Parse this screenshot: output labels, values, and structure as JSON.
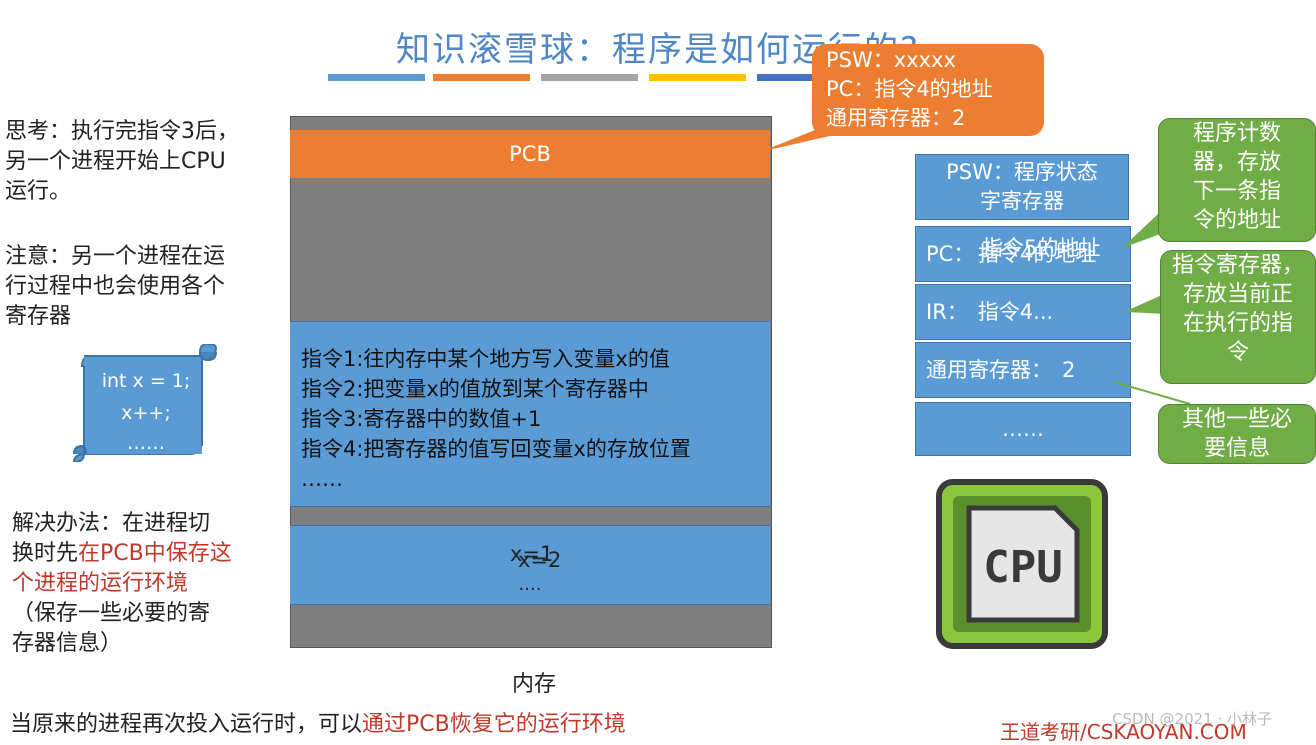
{
  "title": "知识滚雪球：程序是如何运行的?",
  "title_bar_colors": [
    "#5b9bd5",
    "#ed7d31",
    "#a5a5a5",
    "#ffc000",
    "#4472c4"
  ],
  "left_panel": {
    "think_lines": [
      "思考：执行完指令3后，",
      "另一个进程开始上CPU",
      "运行。"
    ],
    "note_lines": [
      "注意：另一个进程在运",
      "行过程中也会使用各个",
      "寄存器"
    ],
    "code_lines": [
      "int x = 1;",
      "x++;",
      "……"
    ],
    "solution_prefix_1": "解决办法：在进程切",
    "solution_prefix_2": "换时先",
    "solution_red_1": "在PCB中保存这",
    "solution_red_2": "个进程的运行环境",
    "solution_rest_1": "（保存一些必要的寄",
    "solution_rest_2": "存器信息）"
  },
  "memory": {
    "label": "内存",
    "pcb_label": "PCB",
    "instructions": [
      "指令1:往内存中某个地方写入变量x的值",
      "指令2:把变量x的值放到某个寄存器中",
      "指令3:寄存器中的数值+1",
      "指令4:把寄存器的值写回变量x的存放位置",
      "……"
    ],
    "data_old": "x=1",
    "data_new": "x=2",
    "data_more": "...."
  },
  "pcb_callout": {
    "lines": [
      "PSW：xxxxx",
      "PC：指令4的地址",
      "通用寄存器：2"
    ]
  },
  "registers": {
    "psw": "PSW：程序状态字寄存器",
    "psw_line1": "PSW：程序状态",
    "psw_line2": "字寄存器",
    "pc_prefix": "PC：",
    "pc_old": "指令5的地址",
    "pc_new": "指令4的地址",
    "ir_prefix": "IR：",
    "ir_value": "指令4...",
    "general_prefix": "通用寄存器：",
    "general_value": "2",
    "more": "……"
  },
  "green_callouts": {
    "pc_note": [
      "程序计数",
      "器，存放",
      "下一条指",
      "令的地址"
    ],
    "ir_note": [
      "指令寄存器，",
      "存放当前正",
      "在执行的指",
      "令"
    ],
    "other_note": [
      "其他一些必",
      "要信息"
    ]
  },
  "cpu_icon_label": "CPU",
  "footer": {
    "prefix": "当原来的进程再次投入运行时，可以",
    "red": "通过PCB恢复它的运行环境",
    "watermark": "王道考研/CSKAOYAN.COM",
    "csdn": "CSDN @2021 · 小林子"
  }
}
